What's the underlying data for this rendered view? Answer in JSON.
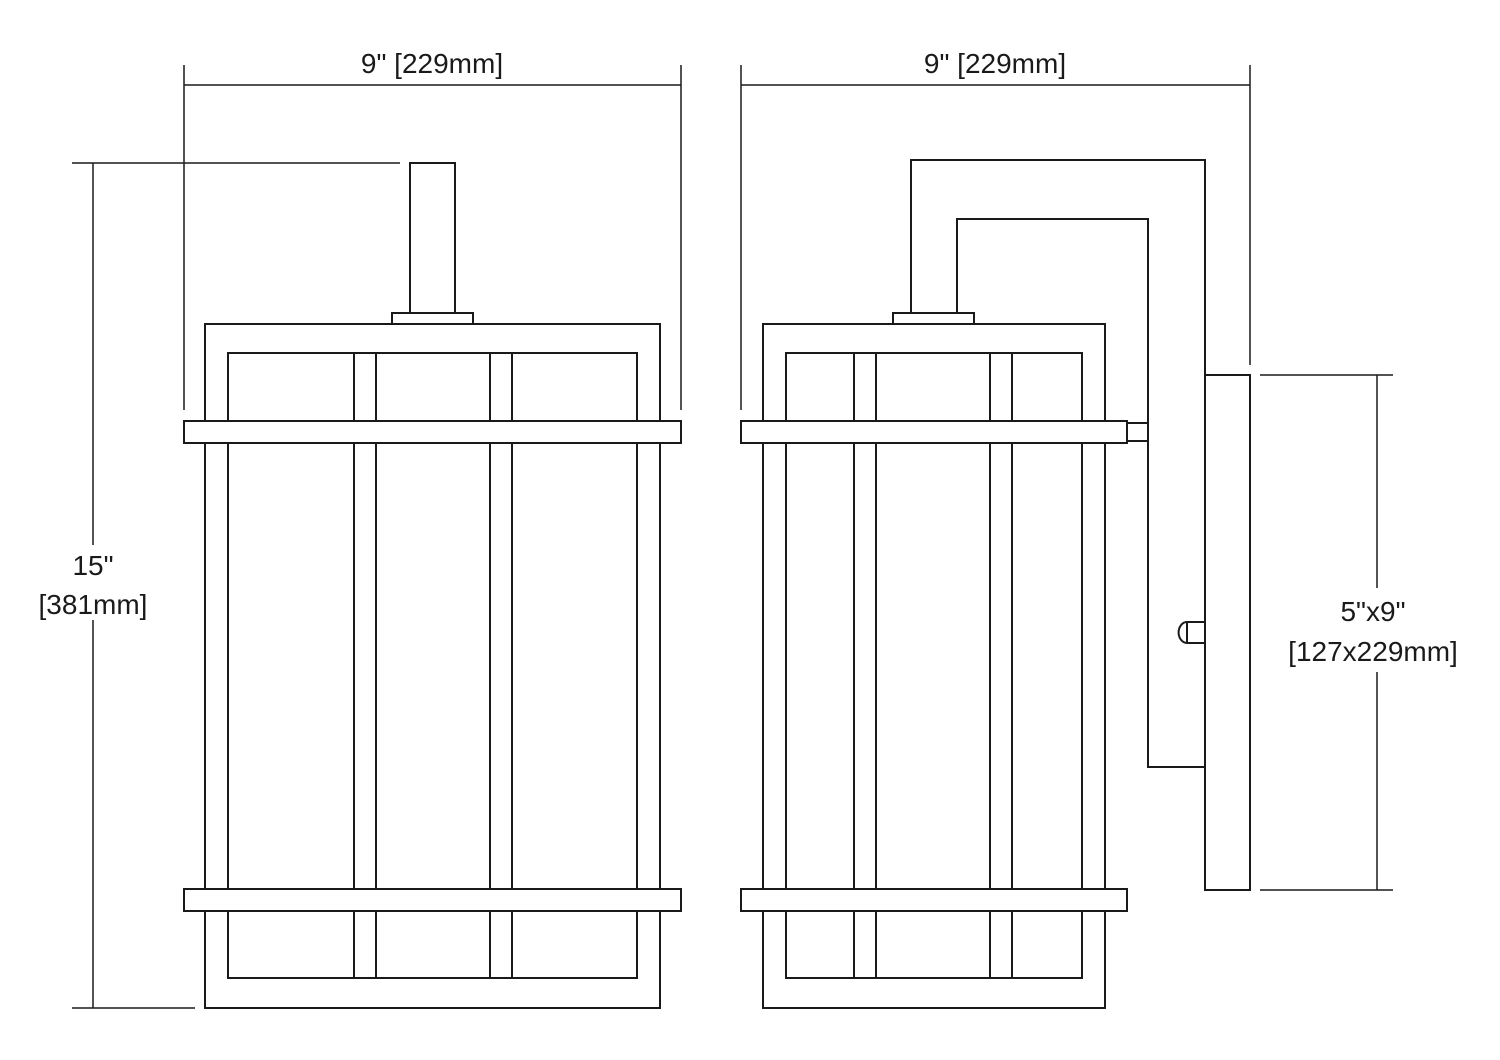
{
  "front_view": {
    "width_label": "9\" [229mm]",
    "height_label_in": "15\"",
    "height_label_mm": "[381mm]"
  },
  "side_view": {
    "width_label": "9\" [229mm]",
    "backplate_label_in": "5\"x9\"",
    "backplate_label_mm": "[127x229mm]"
  },
  "colors": {
    "line": "#1a1a1a",
    "background": "#ffffff"
  }
}
